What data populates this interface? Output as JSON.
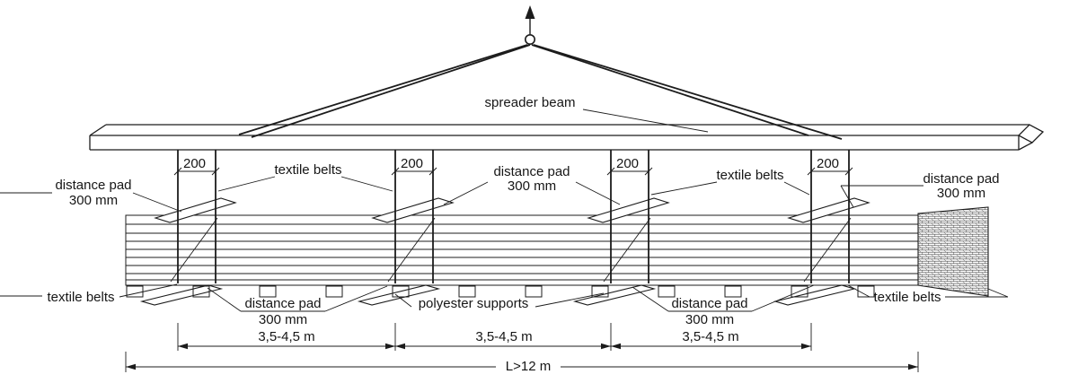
{
  "labels": {
    "spreader_beam": "spreader beam",
    "textile_belts": "textile belts",
    "distance_pad": "distance pad",
    "distance_pad_thickness": "300 mm",
    "polyester_supports": "polyester supports"
  },
  "dimensions": {
    "belt_spacing_mm": "200",
    "bay_span": "3,5-4,5 m",
    "overall_length": "L>12 m"
  },
  "colors": {
    "ink": "#1c1c1c",
    "paper": "#ffffff"
  }
}
